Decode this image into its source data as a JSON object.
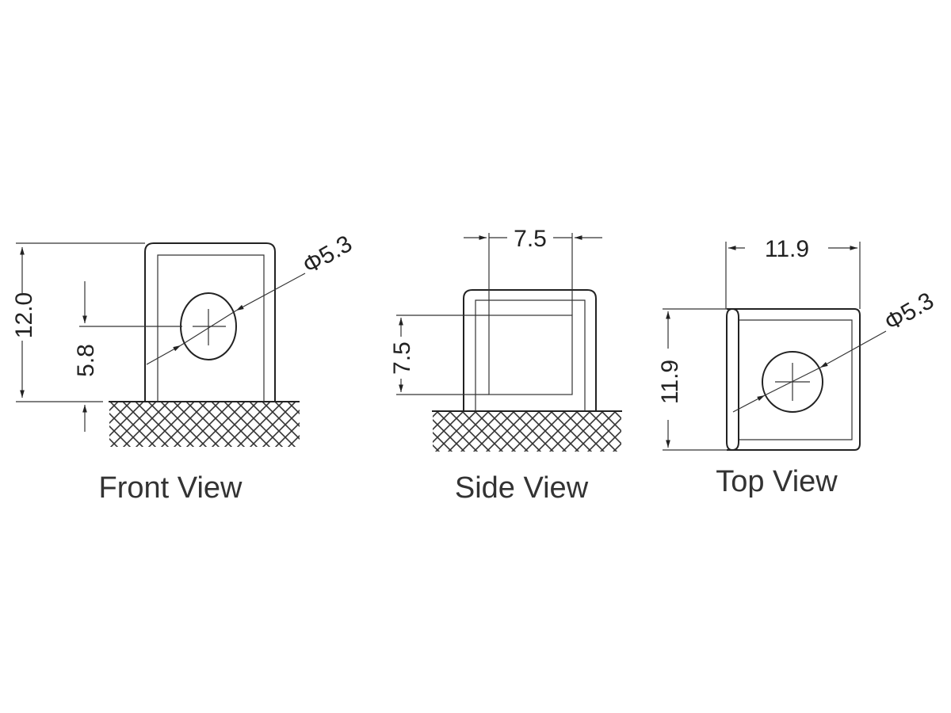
{
  "front_view": {
    "caption": "Front View",
    "height_dim": "12.0",
    "hole_height_dim": "5.8",
    "hole_diameter": "Φ5.3"
  },
  "side_view": {
    "caption": "Side View",
    "width_dim": "7.5",
    "height_dim": "7.5"
  },
  "top_view": {
    "caption": "Top View",
    "width_dim": "11.9",
    "height_dim": "11.9",
    "hole_diameter": "Φ5.3"
  }
}
